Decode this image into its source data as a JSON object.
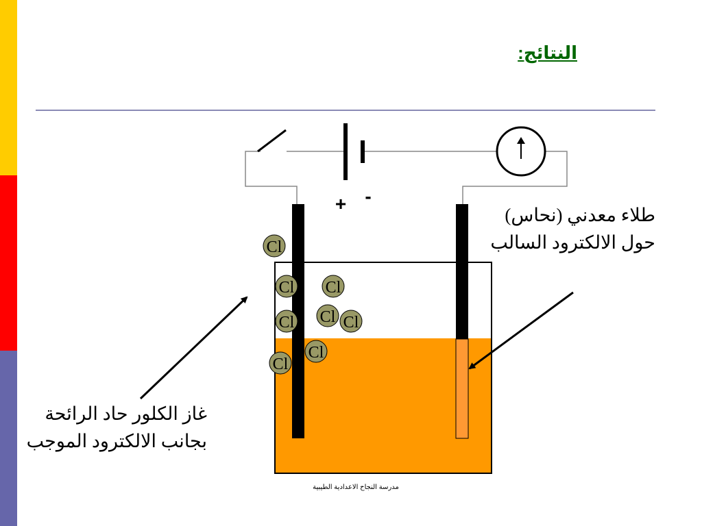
{
  "slide": {
    "title": "النتائج:",
    "footer": "مدرسة النجاح الاعدادية الطيبية"
  },
  "diagram": {
    "plus_label": "+",
    "minus_label": "-",
    "ion_label": "Cl",
    "ion_count": 8,
    "caption_right": {
      "line1": "طلاء معدني (نحاس)",
      "line2": "حول الالكترود السالب"
    },
    "caption_left": {
      "line1": "غاز الكلور حاد الرائحة",
      "line2": "بجانب الالكترود الموجب"
    }
  },
  "colors": {
    "bar_top": "#ffcc00",
    "bar_middle": "#ff0000",
    "bar_bottom": "#6666aa",
    "title": "#006600",
    "solution": "#ff9900",
    "copper_coating": "#ff9933",
    "ion_fill": "#999966",
    "electrode": "#000000"
  }
}
